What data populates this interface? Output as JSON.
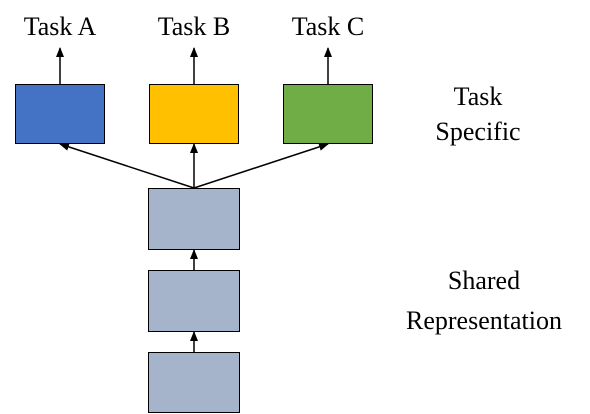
{
  "tasks": [
    {
      "label": "Task A",
      "color": "#4472C4"
    },
    {
      "label": "Task B",
      "color": "#FFC000"
    },
    {
      "label": "Task C",
      "color": "#70AD47"
    }
  ],
  "task_specific_label": {
    "line1": "Task",
    "line2": "Specific"
  },
  "shared_label": {
    "line1": "Shared",
    "line2": "Representation"
  },
  "colors": {
    "shared_box": "#A5B4CB",
    "stroke": "#000000"
  }
}
